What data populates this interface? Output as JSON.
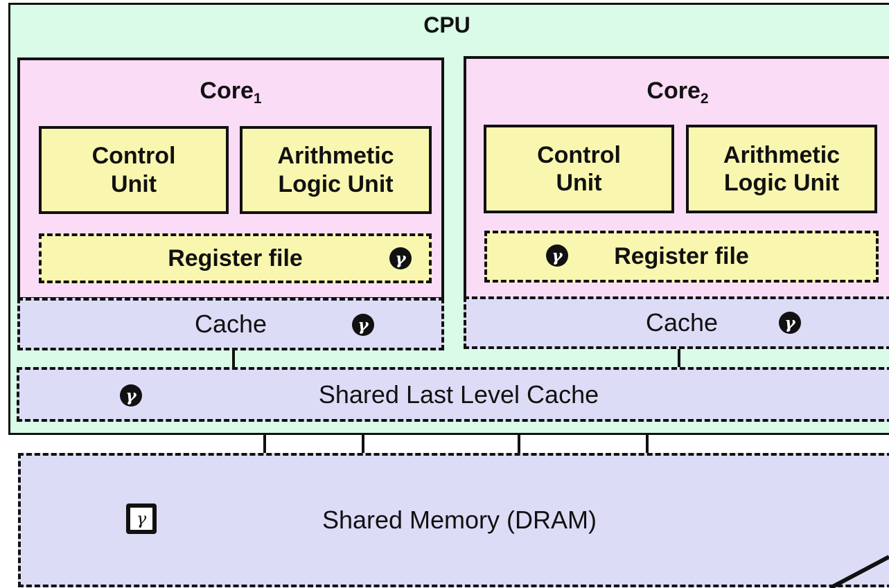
{
  "cpu": {
    "title": "CPU"
  },
  "cores": [
    {
      "title": "Core",
      "subscript": "1",
      "control_unit": "Control\nUnit",
      "alu": "Arithmetic\nLogic Unit",
      "register_file": "Register file",
      "cache": "Cache"
    },
    {
      "title": "Core",
      "subscript": "2",
      "control_unit": "Control\nUnit",
      "alu": "Arithmetic\nLogic Unit",
      "register_file": "Register file",
      "cache": "Cache"
    }
  ],
  "shared_llc": {
    "label": "Shared Last Level Cache"
  },
  "shared_memory": {
    "label": "Shared Memory (DRAM)"
  },
  "badges": {
    "symbol": "γ"
  }
}
